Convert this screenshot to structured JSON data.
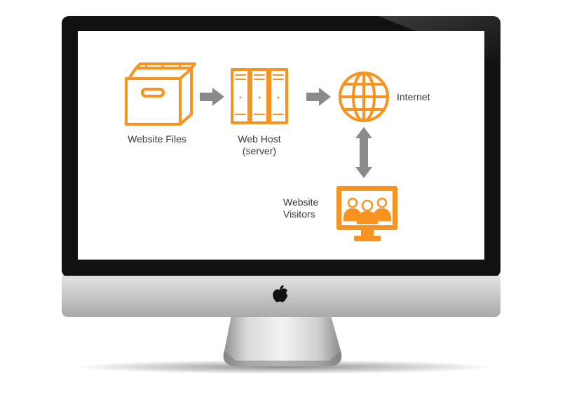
{
  "diagram": {
    "accent": "#f7931e",
    "arrow_color": "#8a8a8a",
    "nodes": [
      {
        "id": "website-files",
        "icon": "box-icon",
        "label": "Website Files"
      },
      {
        "id": "web-host",
        "icon": "server-rack-icon",
        "label_line1": "Web Host",
        "label_line2": "(server)"
      },
      {
        "id": "internet",
        "icon": "globe-icon",
        "label": "Internet"
      },
      {
        "id": "website-visitors",
        "icon": "monitor-people-icon",
        "label_line1": "Website",
        "label_line2": "Visitors"
      }
    ],
    "edges": [
      {
        "from": "website-files",
        "to": "web-host",
        "direction": "forward"
      },
      {
        "from": "web-host",
        "to": "internet",
        "direction": "forward"
      },
      {
        "from": "internet",
        "to": "website-visitors",
        "direction": "bidirectional"
      }
    ]
  },
  "device": {
    "bezel_color": "#111111",
    "chin_color": "#c9c9c9",
    "logo_icon": "apple-logo-icon"
  }
}
